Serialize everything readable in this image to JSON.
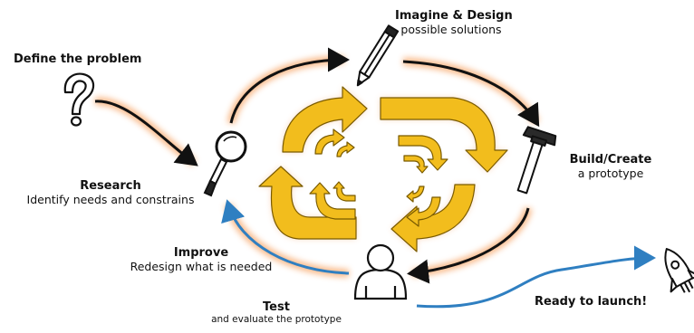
{
  "steps": {
    "define": {
      "title": "Define the problem"
    },
    "imagine": {
      "title": "Imagine & Design",
      "subtitle": "possible solutions"
    },
    "build": {
      "title": "Build/Create",
      "subtitle": "a prototype"
    },
    "research": {
      "title": "Research",
      "subtitle": "Identify needs and constrains"
    },
    "improve": {
      "title": "Improve",
      "subtitle": "Redesign what is needed"
    },
    "test": {
      "title": "Test",
      "subtitle": "and evaluate the prototype"
    },
    "launch": {
      "title": "Ready to launch!"
    }
  },
  "colors": {
    "cycle_arrows": "#f2bd1d",
    "flow_arrows": "#111111",
    "improve_arrow": "#2f7fc1",
    "glow": "#f7a76a"
  },
  "icons": [
    "question-mark-icon",
    "pencil-icon",
    "hammer-icon",
    "magnifier-icon",
    "person-icon",
    "rocket-icon"
  ]
}
